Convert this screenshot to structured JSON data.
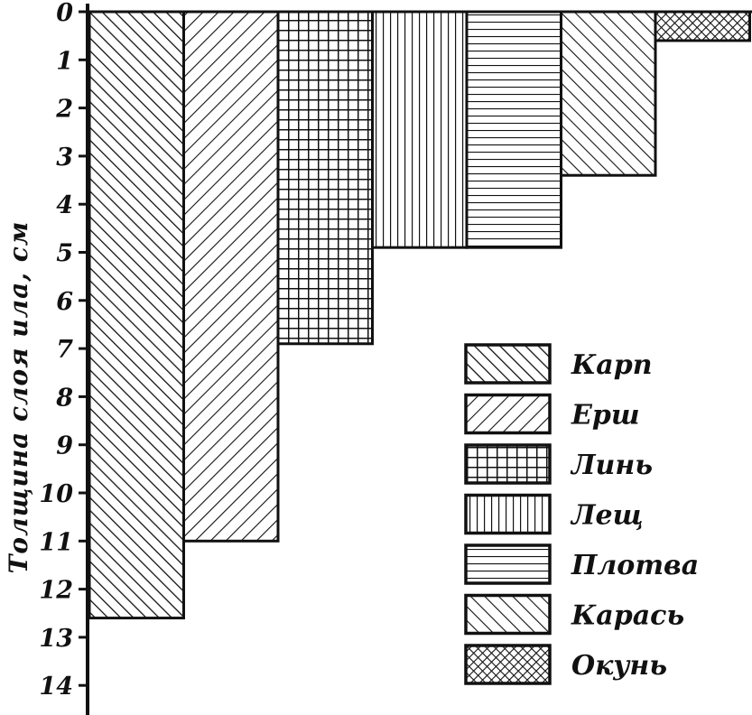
{
  "chart_data": {
    "type": "bar",
    "title": "",
    "xlabel": "",
    "ylabel": "Толщина слоя ила, см",
    "orientation": "vertical-downward",
    "ylim": [
      0,
      14
    ],
    "y_ticks": [
      "0",
      "1",
      "2",
      "3",
      "4",
      "5",
      "6",
      "7",
      "8",
      "9",
      "10",
      "11",
      "12",
      "13",
      "14"
    ],
    "grid": false,
    "legend_position": "bottom-right",
    "categories": [
      "Карп",
      "Ерш",
      "Линь",
      "Лещ",
      "Плотва",
      "Карась",
      "Окунь"
    ],
    "values": [
      12.6,
      11.0,
      6.9,
      4.9,
      4.9,
      3.4,
      0.6
    ],
    "patterns": [
      "diagonal-backslash-dense",
      "diagonal-slash",
      "grid-crosshatch",
      "vertical-lines",
      "horizontal-lines",
      "diagonal-backslash",
      "diagonal-crosshatch-dense"
    ],
    "series_color": "#111111"
  }
}
